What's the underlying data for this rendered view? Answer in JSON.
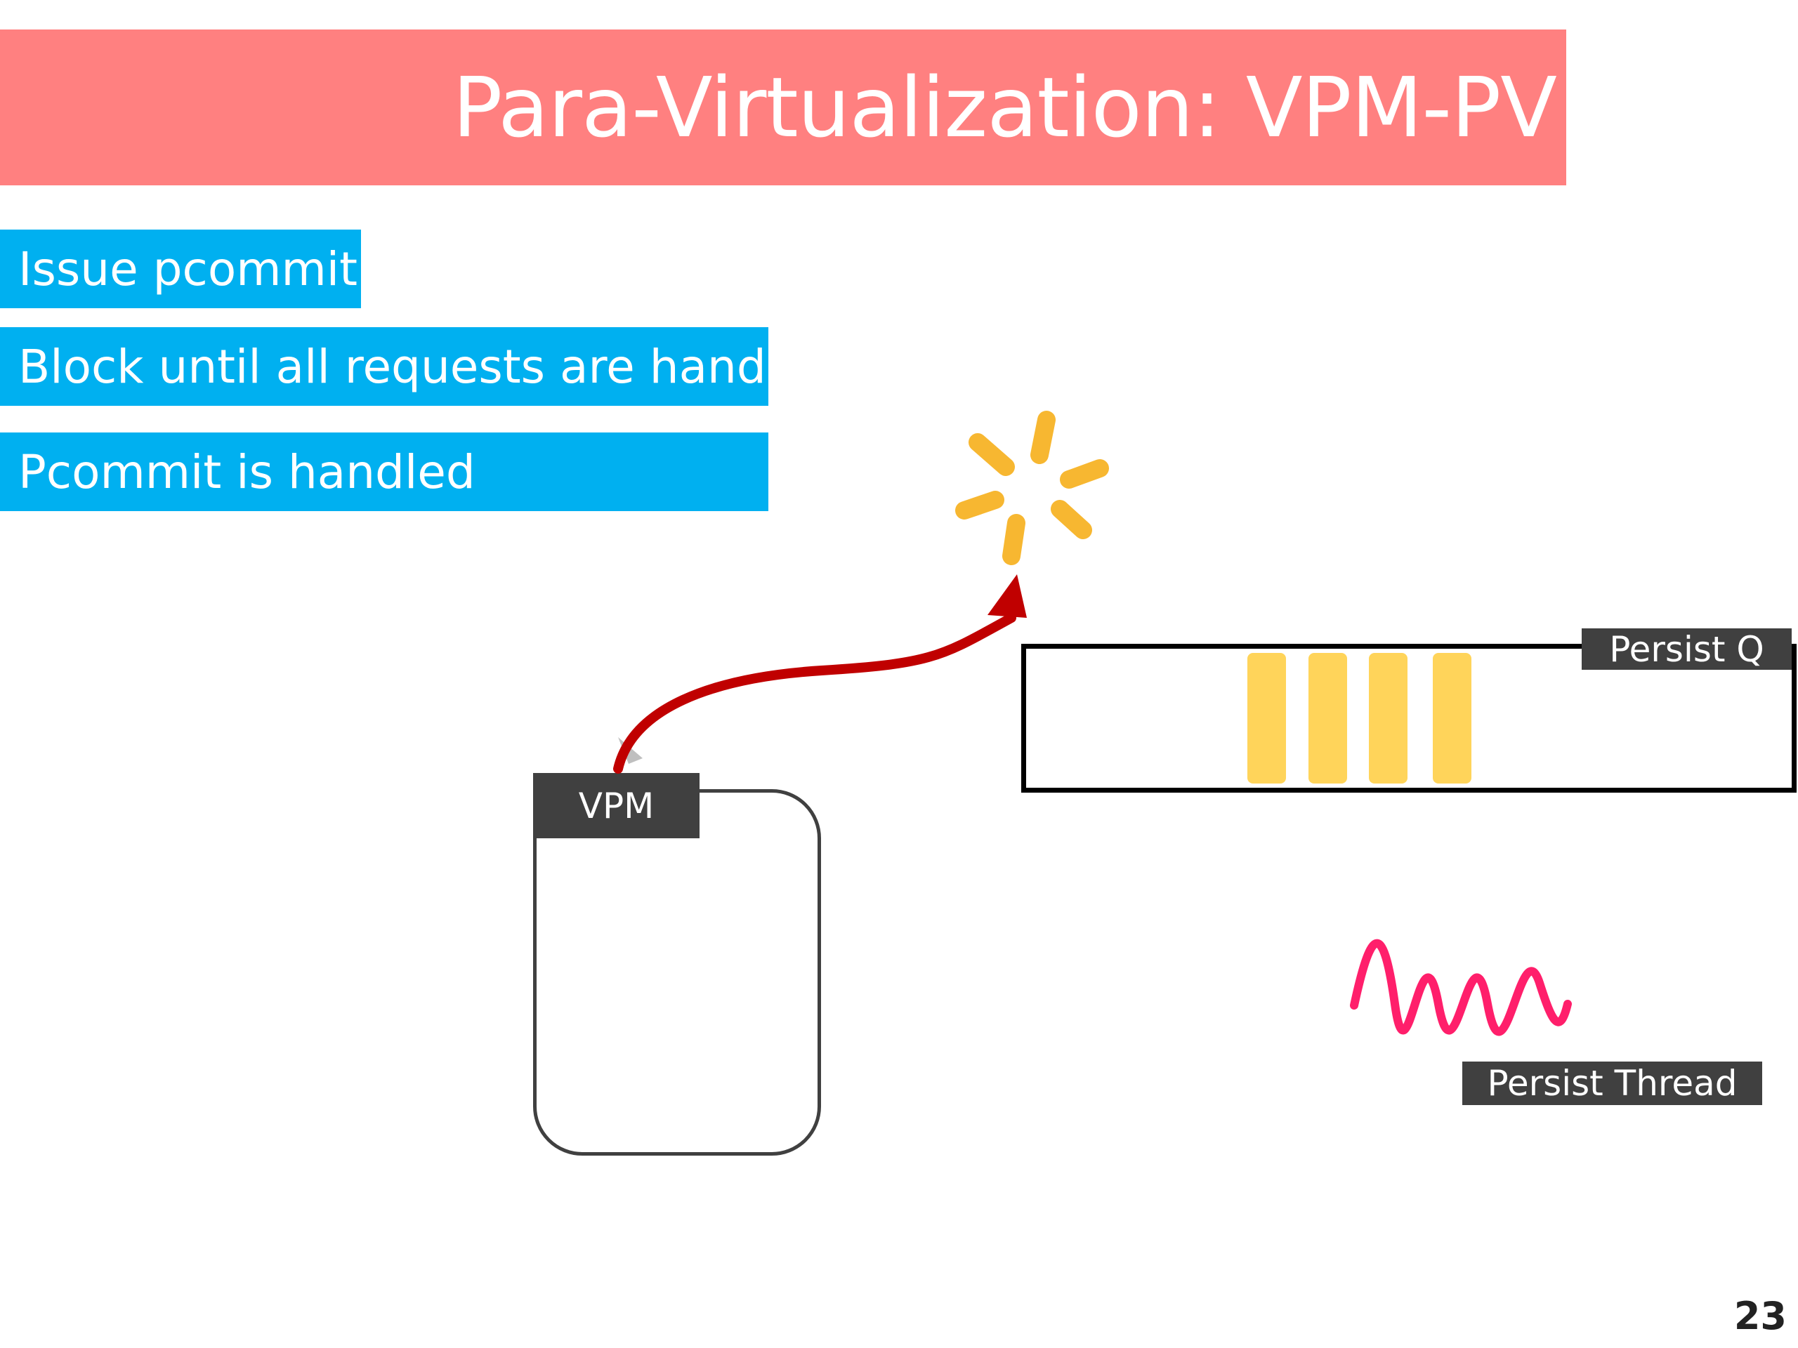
{
  "slide": {
    "title": "Para-Virtualization: VPM-PV",
    "page_number": "23"
  },
  "steps": [
    {
      "label": "Issue pcommit"
    },
    {
      "label": "Block until all requests are handled"
    },
    {
      "label": "Pcommit is handled"
    }
  ],
  "diagram": {
    "vpm_label": "VPM",
    "queue_label": "Persist Q",
    "queue_item_count": 4,
    "thread_label": "Persist Thread"
  },
  "colors": {
    "title_bar": "#ff8080",
    "step_box": "#00b0f0",
    "label_box": "#404040",
    "queue_item": "#ffd45a",
    "arrow": "#c00000",
    "spark": "#f7b731",
    "thread_wave": "#ff1f6b"
  }
}
